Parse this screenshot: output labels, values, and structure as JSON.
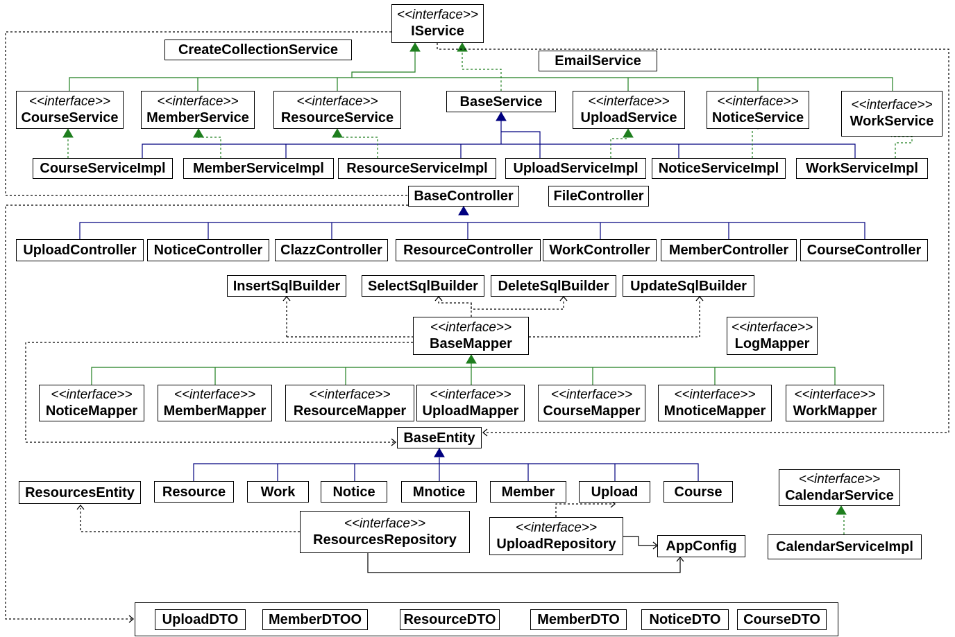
{
  "stereotype": "<<interface>>",
  "nodes": [
    {
      "id": "IService",
      "label": "IService",
      "interface": true
    },
    {
      "id": "CreateCollectionService",
      "label": "CreateCollectionService",
      "interface": false
    },
    {
      "id": "EmailService",
      "label": "EmailService",
      "interface": false
    },
    {
      "id": "CourseService",
      "label": "CourseService",
      "interface": true
    },
    {
      "id": "MemberService",
      "label": "MemberService",
      "interface": true
    },
    {
      "id": "ResourceService",
      "label": "ResourceService",
      "interface": true
    },
    {
      "id": "BaseService",
      "label": "BaseService",
      "interface": false
    },
    {
      "id": "UploadService",
      "label": "UploadService",
      "interface": true
    },
    {
      "id": "NoticeService",
      "label": "NoticeService",
      "interface": true
    },
    {
      "id": "WorkService",
      "label": "WorkService",
      "interface": true
    },
    {
      "id": "CourseServiceImpl",
      "label": "CourseServiceImpl",
      "interface": false
    },
    {
      "id": "MemberServiceImpl",
      "label": "MemberServiceImpl",
      "interface": false
    },
    {
      "id": "ResourceServiceImpl",
      "label": "ResourceServiceImpl",
      "interface": false
    },
    {
      "id": "UploadServiceImpl",
      "label": "UploadServiceImpl",
      "interface": false
    },
    {
      "id": "NoticeServiceImpl",
      "label": "NoticeServiceImpl",
      "interface": false
    },
    {
      "id": "WorkServiceImpl",
      "label": "WorkServiceImpl",
      "interface": false
    },
    {
      "id": "BaseController",
      "label": "BaseController",
      "interface": false
    },
    {
      "id": "FileController",
      "label": "FileController",
      "interface": false
    },
    {
      "id": "UploadController",
      "label": "UploadController",
      "interface": false
    },
    {
      "id": "NoticeController",
      "label": "NoticeController",
      "interface": false
    },
    {
      "id": "ClazzController",
      "label": "ClazzController",
      "interface": false
    },
    {
      "id": "ResourceController",
      "label": "ResourceController",
      "interface": false
    },
    {
      "id": "WorkController",
      "label": "WorkController",
      "interface": false
    },
    {
      "id": "MemberController",
      "label": "MemberController",
      "interface": false
    },
    {
      "id": "CourseController",
      "label": "CourseController",
      "interface": false
    },
    {
      "id": "InsertSqlBuilder",
      "label": "InsertSqlBuilder",
      "interface": false
    },
    {
      "id": "SelectSqlBuilder",
      "label": "SelectSqlBuilder",
      "interface": false
    },
    {
      "id": "DeleteSqlBuilder",
      "label": "DeleteSqlBuilder",
      "interface": false
    },
    {
      "id": "UpdateSqlBuilder",
      "label": "UpdateSqlBuilder",
      "interface": false
    },
    {
      "id": "BaseMapper",
      "label": "BaseMapper",
      "interface": true
    },
    {
      "id": "LogMapper",
      "label": "LogMapper",
      "interface": true
    },
    {
      "id": "NoticeMapper",
      "label": "NoticeMapper",
      "interface": true
    },
    {
      "id": "MemberMapper",
      "label": "MemberMapper",
      "interface": true
    },
    {
      "id": "ResourceMapper",
      "label": "ResourceMapper",
      "interface": true
    },
    {
      "id": "UploadMapper",
      "label": "UploadMapper",
      "interface": true
    },
    {
      "id": "CourseMapper",
      "label": "CourseMapper",
      "interface": true
    },
    {
      "id": "MnoticeMapper",
      "label": "MnoticeMapper",
      "interface": true
    },
    {
      "id": "WorkMapper",
      "label": "WorkMapper",
      "interface": true
    },
    {
      "id": "BaseEntity",
      "label": "BaseEntity",
      "interface": false
    },
    {
      "id": "ResourcesEntity",
      "label": "ResourcesEntity",
      "interface": false
    },
    {
      "id": "Resource",
      "label": "Resource",
      "interface": false
    },
    {
      "id": "Work",
      "label": "Work",
      "interface": false
    },
    {
      "id": "Notice",
      "label": "Notice",
      "interface": false
    },
    {
      "id": "Mnotice",
      "label": "Mnotice",
      "interface": false
    },
    {
      "id": "Member",
      "label": "Member",
      "interface": false
    },
    {
      "id": "Upload",
      "label": "Upload",
      "interface": false
    },
    {
      "id": "Course",
      "label": "Course",
      "interface": false
    },
    {
      "id": "CalendarService",
      "label": "CalendarService",
      "interface": true
    },
    {
      "id": "ResourcesRepository",
      "label": "ResourcesRepository",
      "interface": true
    },
    {
      "id": "UploadRepository",
      "label": "UploadRepository",
      "interface": true
    },
    {
      "id": "AppConfig",
      "label": "AppConfig",
      "interface": false
    },
    {
      "id": "CalendarServiceImpl",
      "label": "CalendarServiceImpl",
      "interface": false
    },
    {
      "id": "UploadDTO",
      "label": "UploadDTO",
      "interface": false
    },
    {
      "id": "MemberDTOO",
      "label": "MemberDTOO",
      "interface": false
    },
    {
      "id": "ResourceDTO",
      "label": "ResourceDTO",
      "interface": false
    },
    {
      "id": "MemberDTO",
      "label": "MemberDTO",
      "interface": false
    },
    {
      "id": "NoticeDTO",
      "label": "NoticeDTO",
      "interface": false
    },
    {
      "id": "CourseDTO",
      "label": "CourseDTO",
      "interface": false
    }
  ],
  "edges": [
    {
      "from": "CourseService",
      "to": "IService",
      "kind": "extends"
    },
    {
      "from": "MemberService",
      "to": "IService",
      "kind": "extends"
    },
    {
      "from": "ResourceService",
      "to": "IService",
      "kind": "extends"
    },
    {
      "from": "UploadService",
      "to": "IService",
      "kind": "extends"
    },
    {
      "from": "NoticeService",
      "to": "IService",
      "kind": "extends"
    },
    {
      "from": "WorkService",
      "to": "IService",
      "kind": "extends"
    },
    {
      "from": "BaseService",
      "to": "IService",
      "kind": "implements"
    },
    {
      "from": "CourseServiceImpl",
      "to": "BaseService",
      "kind": "inherits"
    },
    {
      "from": "MemberServiceImpl",
      "to": "BaseService",
      "kind": "inherits"
    },
    {
      "from": "ResourceServiceImpl",
      "to": "BaseService",
      "kind": "inherits"
    },
    {
      "from": "UploadServiceImpl",
      "to": "BaseService",
      "kind": "inherits"
    },
    {
      "from": "NoticeServiceImpl",
      "to": "BaseService",
      "kind": "inherits"
    },
    {
      "from": "WorkServiceImpl",
      "to": "BaseService",
      "kind": "inherits"
    },
    {
      "from": "CourseServiceImpl",
      "to": "CourseService",
      "kind": "implements"
    },
    {
      "from": "MemberServiceImpl",
      "to": "MemberService",
      "kind": "implements"
    },
    {
      "from": "ResourceServiceImpl",
      "to": "ResourceService",
      "kind": "implements"
    },
    {
      "from": "UploadServiceImpl",
      "to": "UploadService",
      "kind": "implements"
    },
    {
      "from": "NoticeServiceImpl",
      "to": "NoticeService",
      "kind": "implements"
    },
    {
      "from": "WorkServiceImpl",
      "to": "WorkService",
      "kind": "implements"
    },
    {
      "from": "UploadController",
      "to": "BaseController",
      "kind": "inherits"
    },
    {
      "from": "NoticeController",
      "to": "BaseController",
      "kind": "inherits"
    },
    {
      "from": "ClazzController",
      "to": "BaseController",
      "kind": "inherits"
    },
    {
      "from": "ResourceController",
      "to": "BaseController",
      "kind": "inherits"
    },
    {
      "from": "WorkController",
      "to": "BaseController",
      "kind": "inherits"
    },
    {
      "from": "MemberController",
      "to": "BaseController",
      "kind": "inherits"
    },
    {
      "from": "CourseController",
      "to": "BaseController",
      "kind": "inherits"
    },
    {
      "from": "BaseMapper",
      "to": "InsertSqlBuilder",
      "kind": "depends"
    },
    {
      "from": "BaseMapper",
      "to": "SelectSqlBuilder",
      "kind": "depends"
    },
    {
      "from": "BaseMapper",
      "to": "DeleteSqlBuilder",
      "kind": "depends"
    },
    {
      "from": "BaseMapper",
      "to": "UpdateSqlBuilder",
      "kind": "depends"
    },
    {
      "from": "NoticeMapper",
      "to": "BaseMapper",
      "kind": "extends"
    },
    {
      "from": "MemberMapper",
      "to": "BaseMapper",
      "kind": "extends"
    },
    {
      "from": "ResourceMapper",
      "to": "BaseMapper",
      "kind": "extends"
    },
    {
      "from": "UploadMapper",
      "to": "BaseMapper",
      "kind": "extends"
    },
    {
      "from": "CourseMapper",
      "to": "BaseMapper",
      "kind": "extends"
    },
    {
      "from": "MnoticeMapper",
      "to": "BaseMapper",
      "kind": "extends"
    },
    {
      "from": "WorkMapper",
      "to": "BaseMapper",
      "kind": "extends"
    },
    {
      "from": "BaseMapper",
      "to": "BaseEntity",
      "kind": "depends"
    },
    {
      "from": "IService",
      "to": "BaseEntity",
      "kind": "depends"
    },
    {
      "from": "Resource",
      "to": "BaseEntity",
      "kind": "inherits"
    },
    {
      "from": "Work",
      "to": "BaseEntity",
      "kind": "inherits"
    },
    {
      "from": "Notice",
      "to": "BaseEntity",
      "kind": "inherits"
    },
    {
      "from": "Mnotice",
      "to": "BaseEntity",
      "kind": "inherits"
    },
    {
      "from": "Member",
      "to": "BaseEntity",
      "kind": "inherits"
    },
    {
      "from": "Upload",
      "to": "BaseEntity",
      "kind": "inherits"
    },
    {
      "from": "Course",
      "to": "BaseEntity",
      "kind": "inherits"
    },
    {
      "from": "ResourcesRepository",
      "to": "ResourcesEntity",
      "kind": "depends"
    },
    {
      "from": "UploadRepository",
      "to": "Upload",
      "kind": "depends"
    },
    {
      "from": "UploadRepository",
      "to": "AppConfig",
      "kind": "association"
    },
    {
      "from": "ResourcesRepository",
      "to": "AppConfig",
      "kind": "association"
    },
    {
      "from": "CalendarServiceImpl",
      "to": "CalendarService",
      "kind": "implements"
    },
    {
      "from": "IService",
      "to": "UploadDTO",
      "kind": "depends"
    },
    {
      "from": "BaseController",
      "to": "UploadDTO",
      "kind": "depends"
    }
  ],
  "colors": {
    "extends": "#1e7e1e",
    "implements": "#1e7e1e",
    "inherits": "#00007f",
    "depends": "#000000",
    "association": "#000000"
  }
}
